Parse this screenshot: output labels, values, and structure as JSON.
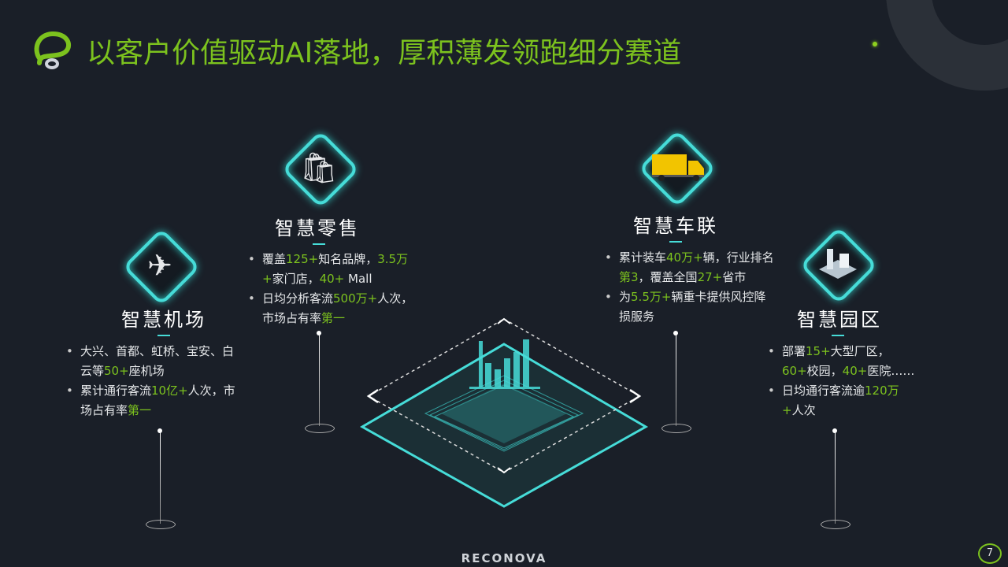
{
  "header": {
    "title": "以客户价值驱动AI落地，厚积薄发领跑细分赛道",
    "logo": "logo-mark"
  },
  "colors": {
    "accent": "#7cc21e",
    "cyan": "#46dcd8",
    "background": "#1a1f28"
  },
  "sections": [
    {
      "id": "airport",
      "title": "智慧机场",
      "icon": "airplane-icon",
      "bullets": [
        [
          {
            "t": "大兴、首都、虹桥、宝安、白云等"
          },
          {
            "t": "50+",
            "h": true
          },
          {
            "t": "座机场"
          }
        ],
        [
          {
            "t": "累计通行客流"
          },
          {
            "t": "10亿+",
            "h": true
          },
          {
            "t": "人次，市场占有率"
          },
          {
            "t": "第一",
            "h": true
          }
        ]
      ]
    },
    {
      "id": "retail",
      "title": "智慧零售",
      "icon": "shopper-icon",
      "bullets": [
        [
          {
            "t": "覆盖"
          },
          {
            "t": "125+",
            "h": true
          },
          {
            "t": "知名品牌，"
          },
          {
            "t": "3.5万+",
            "h": true
          },
          {
            "t": "家门店，"
          },
          {
            "t": "40+",
            "h": true
          },
          {
            "t": " Mall"
          }
        ],
        [
          {
            "t": "日均分析客流"
          },
          {
            "t": "500万+",
            "h": true
          },
          {
            "t": "人次，市场占有率"
          },
          {
            "t": "第一",
            "h": true
          }
        ]
      ]
    },
    {
      "id": "vehicle",
      "title": "智慧车联",
      "icon": "truck-icon",
      "bullets": [
        [
          {
            "t": "累计装车"
          },
          {
            "t": "40万+",
            "h": true
          },
          {
            "t": "辆，行业排名"
          },
          {
            "t": "第3",
            "h": true
          },
          {
            "t": "，覆盖全国"
          },
          {
            "t": "27+",
            "h": true
          },
          {
            "t": "省市"
          }
        ],
        [
          {
            "t": "为"
          },
          {
            "t": "5.5万+",
            "h": true
          },
          {
            "t": "辆重卡提供风控降损服务"
          }
        ]
      ]
    },
    {
      "id": "park",
      "title": "智慧园区",
      "icon": "building-icon",
      "bullets": [
        [
          {
            "t": "部署"
          },
          {
            "t": "15+",
            "h": true
          },
          {
            "t": "大型厂区，"
          },
          {
            "t": "60+",
            "h": true
          },
          {
            "t": "校园，"
          },
          {
            "t": "40+",
            "h": true
          },
          {
            "t": "医院……"
          }
        ],
        [
          {
            "t": "日均通行客流逾"
          },
          {
            "t": "120万+",
            "h": true
          },
          {
            "t": "人次"
          }
        ]
      ]
    }
  ],
  "footer": {
    "brand": "RECONOVA",
    "page": "7"
  }
}
